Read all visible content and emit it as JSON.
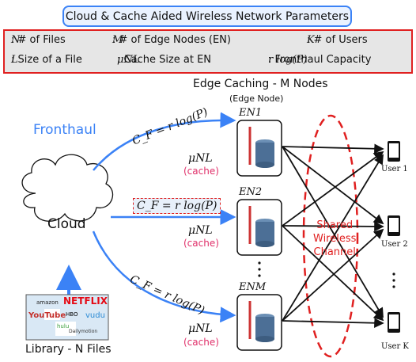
{
  "title": "Cloud & Cache Aided Wireless Network Parameters",
  "params": {
    "row1": [
      {
        "sym": "N",
        "text": ": # of Files"
      },
      {
        "sym": "M",
        "text": ": # of Edge Nodes (EN)"
      },
      {
        "sym": "K",
        "text": ": # of Users"
      }
    ],
    "row2": [
      {
        "sym": "L",
        "text": ": Size of a File"
      },
      {
        "sym": "μNL",
        "text": ": Cache Size at EN"
      },
      {
        "sym": "r log(P)",
        "text": ": Fronthaul Capacity"
      }
    ]
  },
  "diagram": {
    "edge_caching_label": "Edge Caching - M Nodes",
    "edge_node_label": "(Edge Node)",
    "fronthaul_label": "Fronthaul",
    "cloud_label": "Cloud",
    "library_label": "Library - N Files",
    "library_logos": [
      "amazon",
      "NETFLIX",
      "YouTube",
      "HBO",
      "vudu",
      "hulu",
      "Dailymotion"
    ],
    "capacity_formula": "C_F = r log(P)",
    "cache_formula": "μNL",
    "cache_word": "(cache)",
    "edge_nodes": [
      "EN1",
      "EN2",
      "ENM"
    ],
    "users": [
      "User 1",
      "User 2",
      "User K"
    ],
    "channel_label": [
      "Shared",
      "Wireless",
      "Channel"
    ],
    "colors": {
      "fronthaul": "#3b82f6",
      "cache": "#e0306a",
      "channel": "#e02020"
    }
  }
}
